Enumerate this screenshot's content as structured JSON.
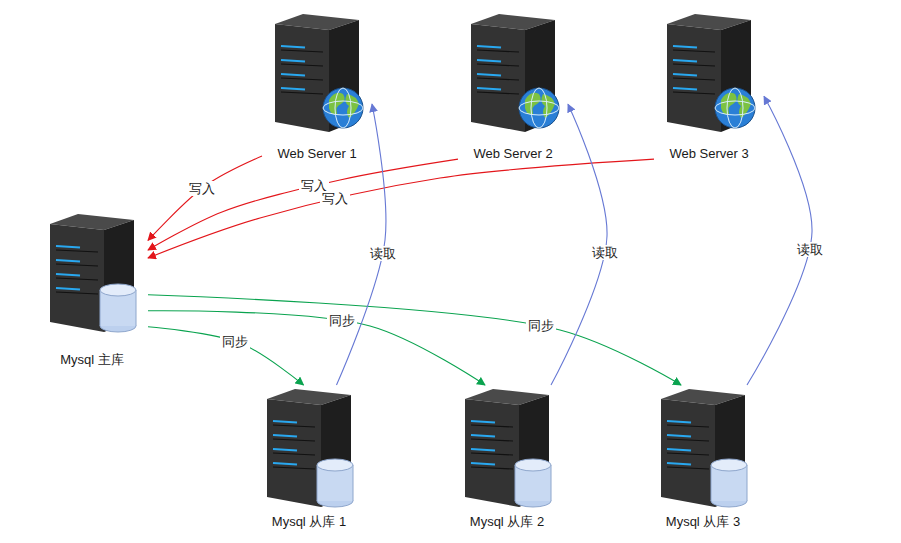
{
  "diagram": {
    "nodes": [
      {
        "text": [
          "Web Server 1"
        ]
      },
      {
        "text": [
          "Web Server 2"
        ]
      },
      {
        "text": [
          "Web Server 3"
        ]
      },
      {
        "text": [
          "Mysql 主库"
        ]
      },
      {
        "text": [
          "Mysql 从库 1"
        ]
      },
      {
        "text": [
          "Mysql 从库 2"
        ]
      },
      {
        "text": [
          "Mysql 从库 3"
        ]
      }
    ],
    "edges": [
      {
        "from": 0,
        "to": 3,
        "label": "写入",
        "arrow": "to"
      },
      {
        "from": 1,
        "to": 3,
        "label": "写入",
        "arrow": "to"
      },
      {
        "from": 2,
        "to": 3,
        "label": "写入",
        "arrow": "to"
      },
      {
        "from": 3,
        "to": 4,
        "label": "同步",
        "arrow": "to"
      },
      {
        "from": 3,
        "to": 5,
        "label": "同步",
        "arrow": "to"
      },
      {
        "from": 3,
        "to": 6,
        "label": "同步",
        "arrow": "to"
      },
      {
        "from": 4,
        "to": 0,
        "label": "读取",
        "arrow": "to"
      },
      {
        "from": 5,
        "to": 1,
        "label": "读取",
        "arrow": "to"
      },
      {
        "from": 6,
        "to": 2,
        "label": "读取",
        "arrow": "to"
      }
    ]
  }
}
